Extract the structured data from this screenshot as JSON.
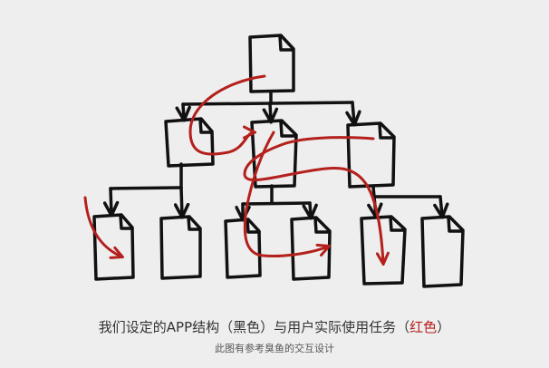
{
  "colors": {
    "background": "#eeeeee",
    "structure": "#111111",
    "task": "#b4201c",
    "caption": "#333333",
    "credit": "#555555"
  },
  "diagram": {
    "tree": {
      "root": "page",
      "children": [
        {
          "children": [
            "page",
            "page"
          ]
        },
        {
          "children": [
            "page",
            "page"
          ]
        },
        {
          "children": [
            "page",
            "page"
          ]
        }
      ]
    },
    "red_paths": 4
  },
  "caption": {
    "part1": "我们设定的APP结构（黑色）与用户实际使用任务（",
    "red_word": "红色",
    "part2": "）"
  },
  "credit": "此图有参考臭鱼的交互设计"
}
